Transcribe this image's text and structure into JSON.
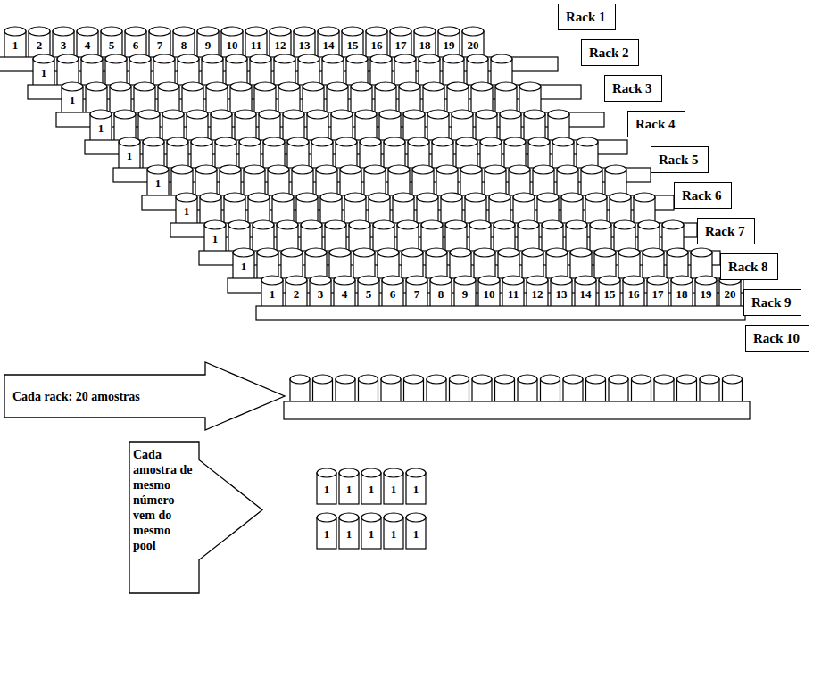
{
  "diagram": {
    "nodes": [
      {
        "text": [
          "Rack 1"
        ]
      },
      {
        "text": [
          "Rack 2"
        ]
      },
      {
        "text": [
          "Rack 3"
        ]
      },
      {
        "text": [
          "Rack 4"
        ]
      },
      {
        "text": [
          "Rack 5"
        ]
      },
      {
        "text": [
          "Rack 6"
        ]
      },
      {
        "text": [
          "Rack 7"
        ]
      },
      {
        "text": [
          "Rack 8"
        ]
      },
      {
        "text": [
          "Rack 9"
        ]
      },
      {
        "text": [
          "Rack 10"
        ]
      },
      {
        "text": [
          "Cada rack: 20 amostras"
        ]
      },
      {
        "text": [
          "Cada amostra de mesmo número vem do mesmo pool"
        ]
      }
    ],
    "labels": [
      "1",
      "2",
      "3",
      "4",
      "5",
      "6",
      "7",
      "8",
      "9",
      "10",
      "11",
      "12",
      "13",
      "14",
      "15",
      "16",
      "17",
      "18",
      "19",
      "20",
      "1",
      "1",
      "1",
      "1",
      "1",
      "1",
      "1",
      "1",
      "1",
      "2",
      "3",
      "4",
      "5",
      "6",
      "7",
      "8",
      "9",
      "10",
      "11",
      "12",
      "13",
      "14",
      "15",
      "16",
      "17",
      "18",
      "19",
      "20",
      "1",
      "1",
      "1",
      "1",
      "1",
      "1",
      "1",
      "1",
      "1",
      "1"
    ]
  }
}
